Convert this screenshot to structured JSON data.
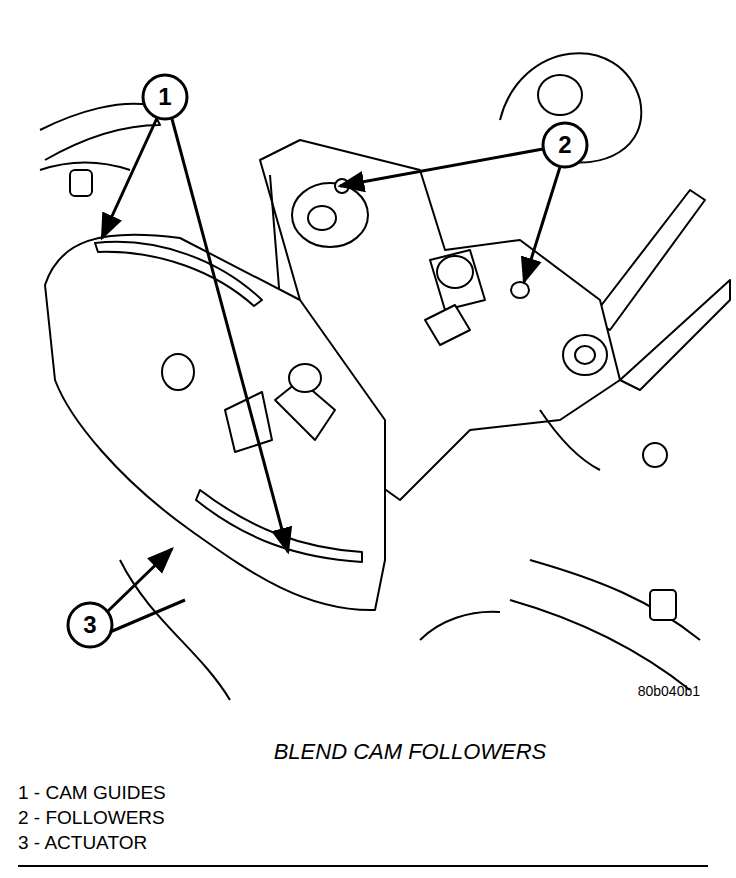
{
  "diagram": {
    "caption": "BLEND CAM FOLLOWERS",
    "labels": [
      "1",
      "2",
      "3",
      "80b040b1",
      "1 - CAM GUIDES",
      "2 - FOLLOWERS",
      "3 - ACTUATOR"
    ]
  }
}
